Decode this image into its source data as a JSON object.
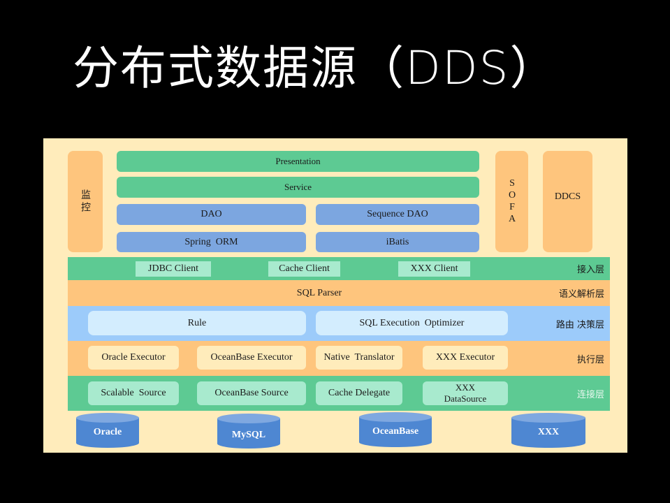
{
  "title": "分布式数据源（DDS）",
  "colors": {
    "background": "#000000",
    "panel": "#FFECBB",
    "orange": "#FEC57D",
    "green": "#5DCA93",
    "blue": "#7CA6E0",
    "light_blue": "#9CCBFA",
    "pale_blue": "#D3EDFE",
    "mint": "#A8EACE",
    "db_blue": "#4E87D2"
  },
  "side": {
    "monitor": "监控",
    "sofa": "SOFA",
    "ddcs": "DDCS"
  },
  "app_stack": {
    "presentation": "Presentation",
    "service": "Service",
    "dao": "DAO",
    "sequence_dao": "Sequence DAO",
    "spring_orm": "Spring  ORM",
    "ibatis": "iBatis"
  },
  "layers": {
    "access": {
      "label": "接入层",
      "items": [
        "JDBC Client",
        "Cache Client",
        "XXX Client"
      ]
    },
    "parse": {
      "label": "语义解析层",
      "items": [
        "SQL Parser"
      ]
    },
    "route": {
      "label": "路由 决策层",
      "items": [
        "Rule",
        "SQL Execution  Optimizer"
      ]
    },
    "execute": {
      "label": "执行层",
      "items": [
        "Oracle Executor",
        "OceanBase Executor",
        "Native  Translator",
        "XXX Executor"
      ]
    },
    "connect": {
      "label": "连接层",
      "items": [
        "Scalable  Source",
        "OceanBase Source",
        "Cache Delegate",
        "XXX",
        "DataSource"
      ]
    }
  },
  "databases": [
    "Oracle",
    "MySQL",
    "OceanBase",
    "XXX"
  ]
}
